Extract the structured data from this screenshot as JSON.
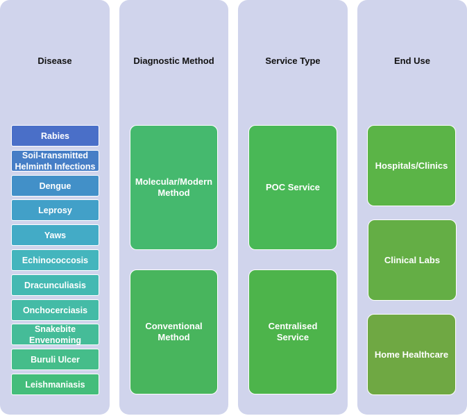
{
  "columns": [
    {
      "title": "Disease"
    },
    {
      "title": "Diagnostic Method"
    },
    {
      "title": "Service Type"
    },
    {
      "title": "End Use"
    }
  ],
  "diseases": [
    {
      "label": "Rabies",
      "color": "#4a6fc8"
    },
    {
      "label": "Soil-transmitted Helminth Infections",
      "color": "#467ec6"
    },
    {
      "label": "Dengue",
      "color": "#4290c8"
    },
    {
      "label": "Leprosy",
      "color": "#42a0c8"
    },
    {
      "label": "Yaws",
      "color": "#43abc6"
    },
    {
      "label": "Echinococcosis",
      "color": "#44b5bd"
    },
    {
      "label": "Dracunculiasis",
      "color": "#44b9b2"
    },
    {
      "label": "Onchocerciasis",
      "color": "#44bba6"
    },
    {
      "label": "Snakebite Envenoming",
      "color": "#45bc98"
    },
    {
      "label": "Buruli Ulcer",
      "color": "#45bd8a"
    },
    {
      "label": "Leishmaniasis",
      "color": "#44bd7b"
    }
  ],
  "diagnostic_methods": [
    {
      "label": "Molecular/Modern Method",
      "color": "#45b96e"
    },
    {
      "label": "Conventional Method",
      "color": "#48b55d"
    }
  ],
  "service_types": [
    {
      "label": "POC Service",
      "color": "#49b856"
    },
    {
      "label": "Centralised Service",
      "color": "#4db44b"
    }
  ],
  "end_uses": [
    {
      "label": "Hospitals/Clinics",
      "color": "#5bb447"
    },
    {
      "label": "Clinical Labs",
      "color": "#64ae45"
    },
    {
      "label": "Home Healthcare",
      "color": "#6fa843"
    }
  ]
}
